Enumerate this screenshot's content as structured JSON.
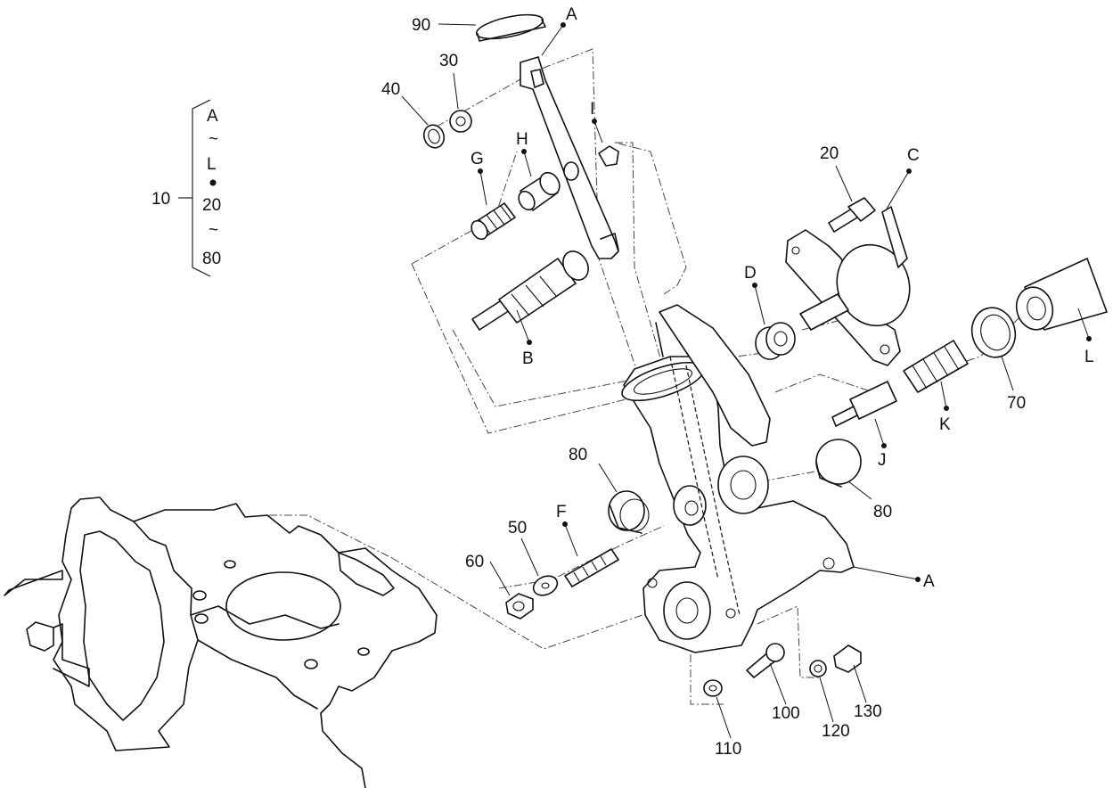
{
  "legend": {
    "group_number": "10",
    "range_start": "A",
    "tilde_1": "~",
    "range_end": "L",
    "second_start": "20",
    "tilde_2": "~",
    "second_end": "80"
  },
  "callouts": {
    "p90": "90",
    "pA_top": "A",
    "p30": "30",
    "p40": "40",
    "pI": "I",
    "pH": "H",
    "pG": "G",
    "p20": "20",
    "pC": "C",
    "pD": "D",
    "pB": "B",
    "pL": "L",
    "p70": "70",
    "pK": "K",
    "pJ": "J",
    "p80_left": "80",
    "p80_right": "80",
    "pF": "F",
    "p50": "50",
    "p60": "60",
    "pA_right": "A",
    "p100": "100",
    "p110": "110",
    "p120": "120",
    "p130": "130"
  }
}
